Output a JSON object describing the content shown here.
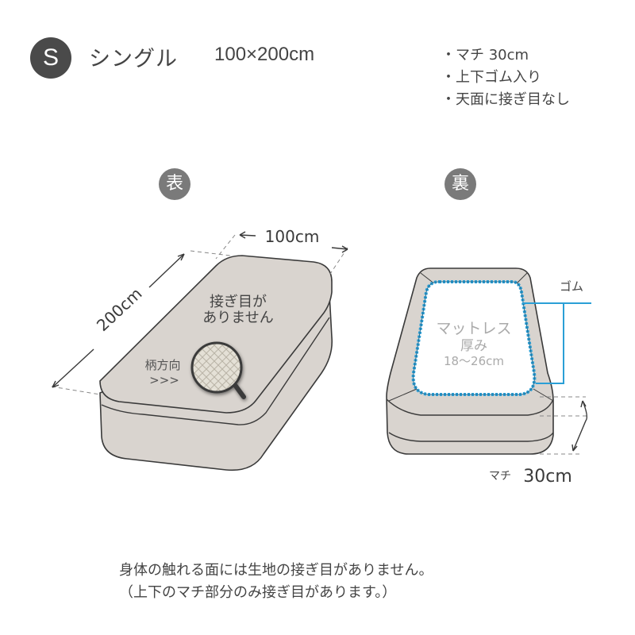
{
  "header": {
    "size_badge": "S",
    "size_name": "シングル",
    "dimensions": "100×200cm"
  },
  "features": [
    "・マチ 30cm",
    "・上下ゴム入り",
    "・天面に接ぎ目なし"
  ],
  "front": {
    "badge": "表",
    "width_label": "100cm",
    "length_label": "200cm",
    "seamless_line1": "接ぎ目が",
    "seamless_line2": "ありません",
    "pattern_label": "柄方向",
    "pattern_arrows": ">>>"
  },
  "back": {
    "badge": "裏",
    "elastic_label": "ゴム",
    "mattress_line1": "マットレス",
    "mattress_line2": "厚み",
    "mattress_range": "18〜26cm",
    "gusset_prefix": "マチ",
    "gusset_value": "30cm"
  },
  "footnote": {
    "line1": "身体の触れる面には生地の接ぎ目がありません。",
    "line2": "（上下のマチ部分のみ接ぎ目があります。）"
  },
  "colors": {
    "fabric": "#d9d4cf",
    "outline": "#3a3a3a",
    "elastic": "#2a9fd6",
    "badge_dark": "#4a4a4a",
    "badge_gray": "#7a7a7a"
  }
}
